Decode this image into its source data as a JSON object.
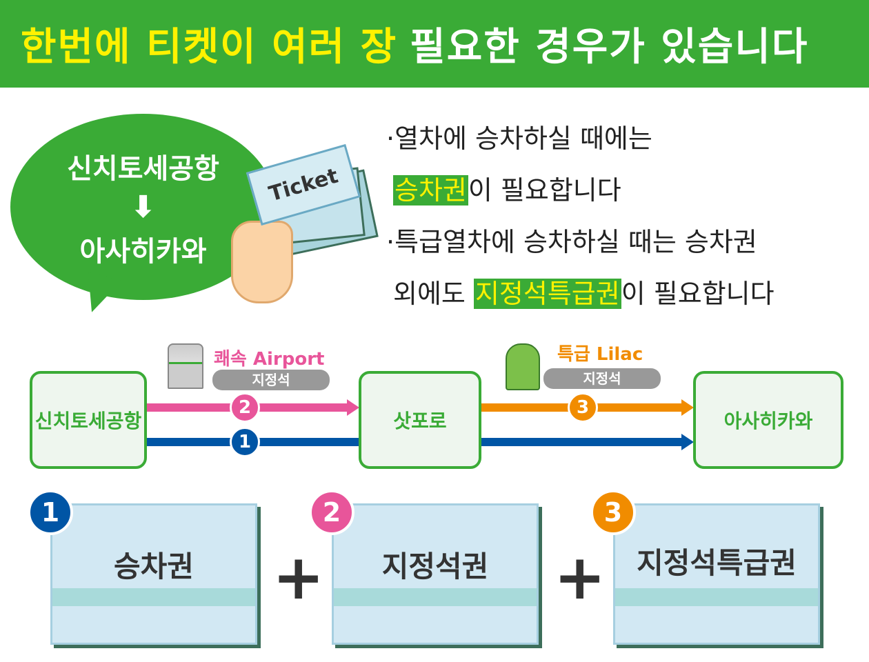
{
  "header": {
    "title_highlight": "한번에 티켓이 여러 장",
    "title_rest": "필요한 경우가 있습니다"
  },
  "bubble": {
    "from": "신치토세공항",
    "arrow": "⬇",
    "to": "아사히카와"
  },
  "ticket_card": {
    "label": "Ticket"
  },
  "info": {
    "line1": "·열차에 승차하실 때에는",
    "line2_hl": "승차권",
    "line2_rest": "이 필요합니다",
    "line3": "·특급열차에 승차하실 때는 승차권",
    "line4_pre": "외에도 ",
    "line4_hl": "지정석특급권",
    "line4_rest": "이 필요합니다"
  },
  "route": {
    "stations": [
      "신치토세공항",
      "삿포로",
      "아사히카와"
    ],
    "segment1": {
      "train": "쾌속 Airport",
      "seat": "지정석",
      "num": "2"
    },
    "segment2": {
      "train": "특급 Lilac",
      "seat": "지정석",
      "num": "3"
    },
    "base_num": "1"
  },
  "tickets": [
    {
      "num": "1",
      "label": "승차권"
    },
    {
      "num": "2",
      "label": "지정석권"
    },
    {
      "num": "3",
      "label": "지정석특급권"
    }
  ],
  "plus": "+",
  "colors": {
    "green": "#3aab36",
    "yellow": "#fff200",
    "pink": "#e8559a",
    "orange": "#f18c00",
    "blue": "#0055a5"
  }
}
